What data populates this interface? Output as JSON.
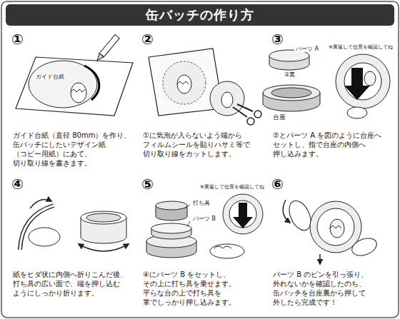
{
  "diagram": {
    "title": "缶バッチの作り方",
    "nodes": [
      {
        "text": [
          "①",
          "ガイド台紙（直径 80mm）を作り、 缶バッチにしたいデザイン紙 （コピー用紙）にあて、 切り取り線を書きます。"
        ]
      },
      {
        "text": [
          "②",
          "①に気泡が入らないよう端から フィルムシールを貼りハサミ等で 切り取り線をカットします。"
        ]
      },
      {
        "text": [
          "③",
          "②とパーツ A を図のように台座へ セットし、指で台座の内側へ 押し込みます。"
        ]
      },
      {
        "text": [
          "④",
          "紙をヒダ状に内側へ折りこんだ後、 打ち具の広い面で、端を押し込む ようにしっかり折ります。"
        ]
      },
      {
        "text": [
          "⑤",
          "④にパーツ B をセットし、 その上に打ち具を乗せます。 平らな台の上で打ち具を 掌でしっかり押し込みます。"
        ]
      },
      {
        "text": [
          "⑥",
          "パーツ B のピンを引っ張り、 外れないかを確認したのち、 缶バッチを台座裏から押して 外したら完成です！"
        ]
      }
    ],
    "labels": [
      "ガイド台紙",
      "パーツ A",
      "②裏",
      "台座",
      "※裏返して位置を確認してね",
      "打ち具",
      "パーツ B",
      "※裏返して位置を確認してね"
    ]
  }
}
